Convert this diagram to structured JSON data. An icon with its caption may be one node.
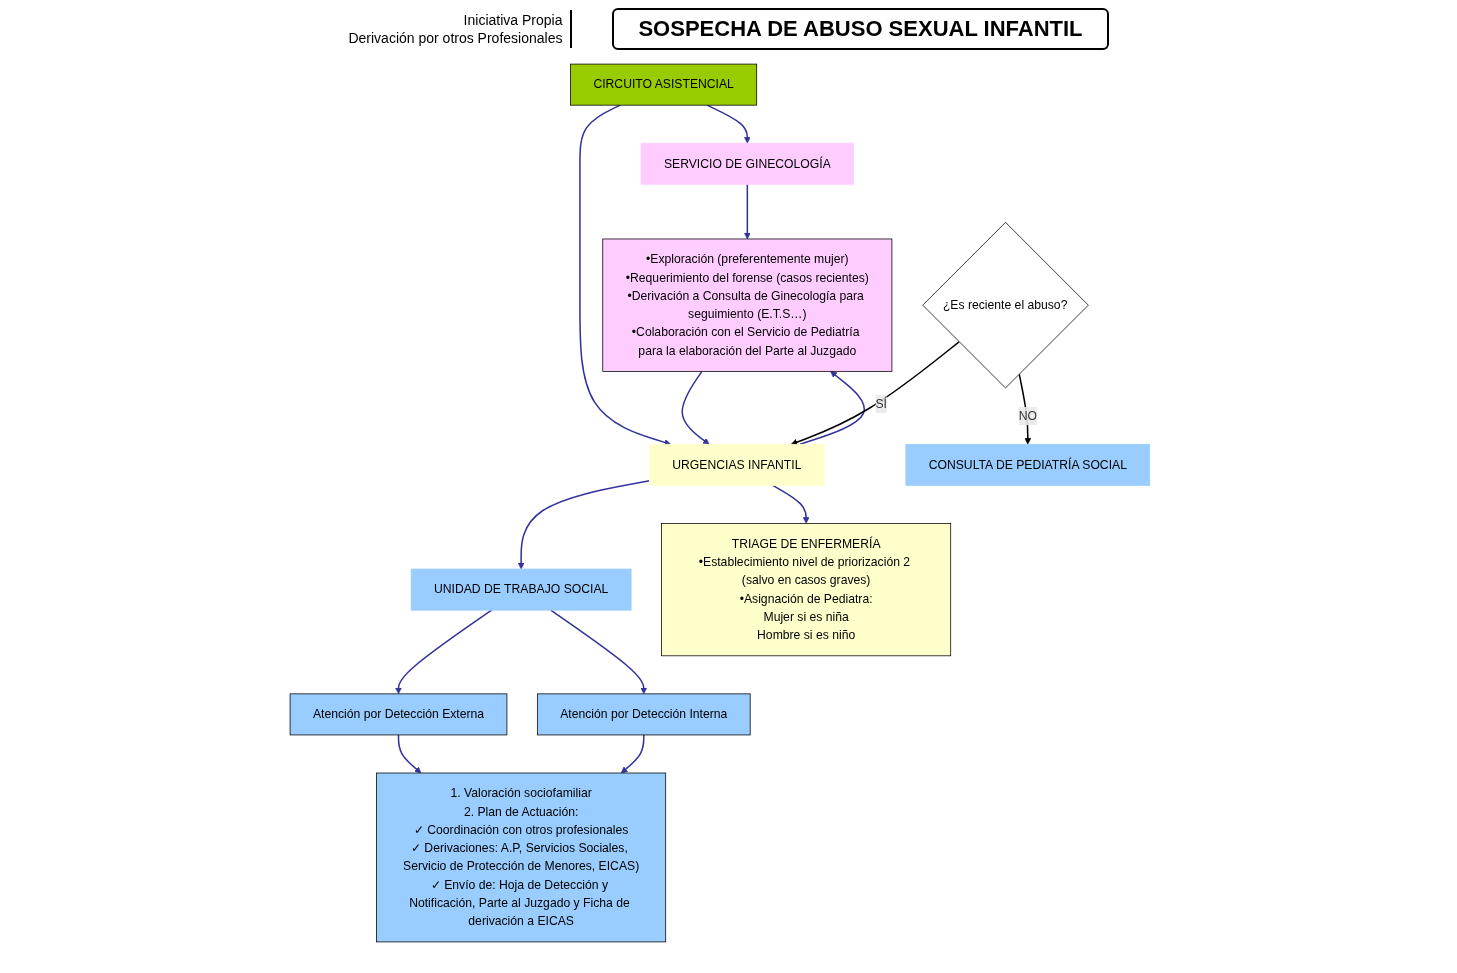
{
  "diagram": {
    "title": "SOSPECHA DE ABUSO SEXUAL INFANTIL",
    "nodes": [
      {
        "text": [
          "CIRCUITO ASISTENCIAL"
        ]
      },
      {
        "text": [
          "SERVICIO DE GINECOLOGÍA"
        ]
      },
      {
        "text": [
          "URGENCIAS INFANTIL"
        ]
      },
      {
        "text": [
          "UNIDAD DE TRABAJO SOCIAL"
        ]
      },
      {
        "text": [
          "•Exploración (preferentemente mujer)",
          "•Requerimiento del forense (casos recientes)",
          "•Derivación a Consulta de Ginecología para seguimiento (E.T.S…)",
          "•Colaboración con el Servicio de Pediatría para la elaboración del Parte al Juzgado"
        ]
      },
      {
        "text": [
          "TRIAGE DE ENFERMERÍA",
          "•Establecimiento nivel de priorización 2 (salvo en casos graves)",
          "•Asignación de Pediatra:",
          "Mujer si es niña",
          "Hombre si es niño"
        ]
      },
      {
        "text": [
          "Atención por Detección Externa"
        ]
      },
      {
        "text": [
          "Atención por Detección Interna"
        ]
      },
      {
        "text": [
          "1. Valoración sociofamiliar",
          "2. Plan de Actuación:",
          "✓ Coordinación con otros profesionales",
          "✓ Derivaciones: A.P, Servicios Sociales, Servicio de Protección de Menores, EICAS)",
          "✓ Envío de: Hoja de Detección y Notificación, Parte al Juzgado y Ficha de derivación a EICAS"
        ]
      },
      {
        "text": [
          "¿Es reciente el abuso?"
        ]
      },
      {
        "text": [
          "CONSULTA DE PEDIATRÍA SOCIAL"
        ]
      }
    ],
    "edges": [
      {
        "from": 0,
        "to": 1,
        "arrow": "to"
      },
      {
        "from": 0,
        "to": 2,
        "arrow": "to"
      },
      {
        "from": 1,
        "to": 4,
        "arrow": "to"
      },
      {
        "from": 2,
        "to": 4,
        "arrow": "to"
      },
      {
        "from": 4,
        "to": 2,
        "arrow": "to"
      },
      {
        "from": 2,
        "to": 3,
        "arrow": "to"
      },
      {
        "from": 2,
        "to": 5,
        "arrow": "to"
      },
      {
        "from": 3,
        "to": 6,
        "arrow": "to"
      },
      {
        "from": 3,
        "to": 7,
        "arrow": "to"
      },
      {
        "from": 6,
        "to": 8,
        "arrow": "to"
      },
      {
        "from": 7,
        "to": 8,
        "arrow": "to"
      },
      {
        "from": 9,
        "to": 2,
        "arrow": "to",
        "label": "SÍ",
        "color": "#000000"
      },
      {
        "from": 9,
        "to": 10,
        "arrow": "to",
        "label": "NO",
        "color": "#000000"
      }
    ],
    "labels": [
      "Iniciativa Propia",
      "Derivación por otros Profesionales"
    ]
  }
}
